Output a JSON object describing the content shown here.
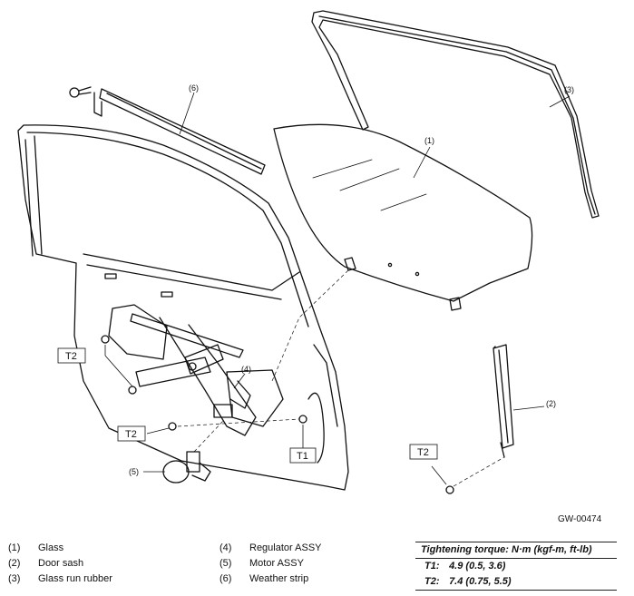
{
  "callouts": {
    "c1": "(1)",
    "c2": "(2)",
    "c3": "(3)",
    "c4": "(4)",
    "c5": "(5)",
    "c6": "(6)"
  },
  "torque_boxes": {
    "t2_upper": "T2",
    "t2_lower": "T2",
    "t1": "T1",
    "t2_right": "T2"
  },
  "figure_id": "GW-00474",
  "legend": [
    {
      "num": "(1)",
      "label": "Glass"
    },
    {
      "num": "(2)",
      "label": "Door sash"
    },
    {
      "num": "(3)",
      "label": "Glass run rubber"
    },
    {
      "num": "(4)",
      "label": "Regulator ASSY"
    },
    {
      "num": "(5)",
      "label": "Motor ASSY"
    },
    {
      "num": "(6)",
      "label": "Weather strip"
    }
  ],
  "torque_spec": {
    "title": "Tightening torque: N·m (kgf-m, ft-lb)",
    "rows": [
      {
        "key": "T1:",
        "value": "4.9 (0.5, 3.6)"
      },
      {
        "key": "T2:",
        "value": "7.4 (0.75, 5.5)"
      }
    ]
  }
}
